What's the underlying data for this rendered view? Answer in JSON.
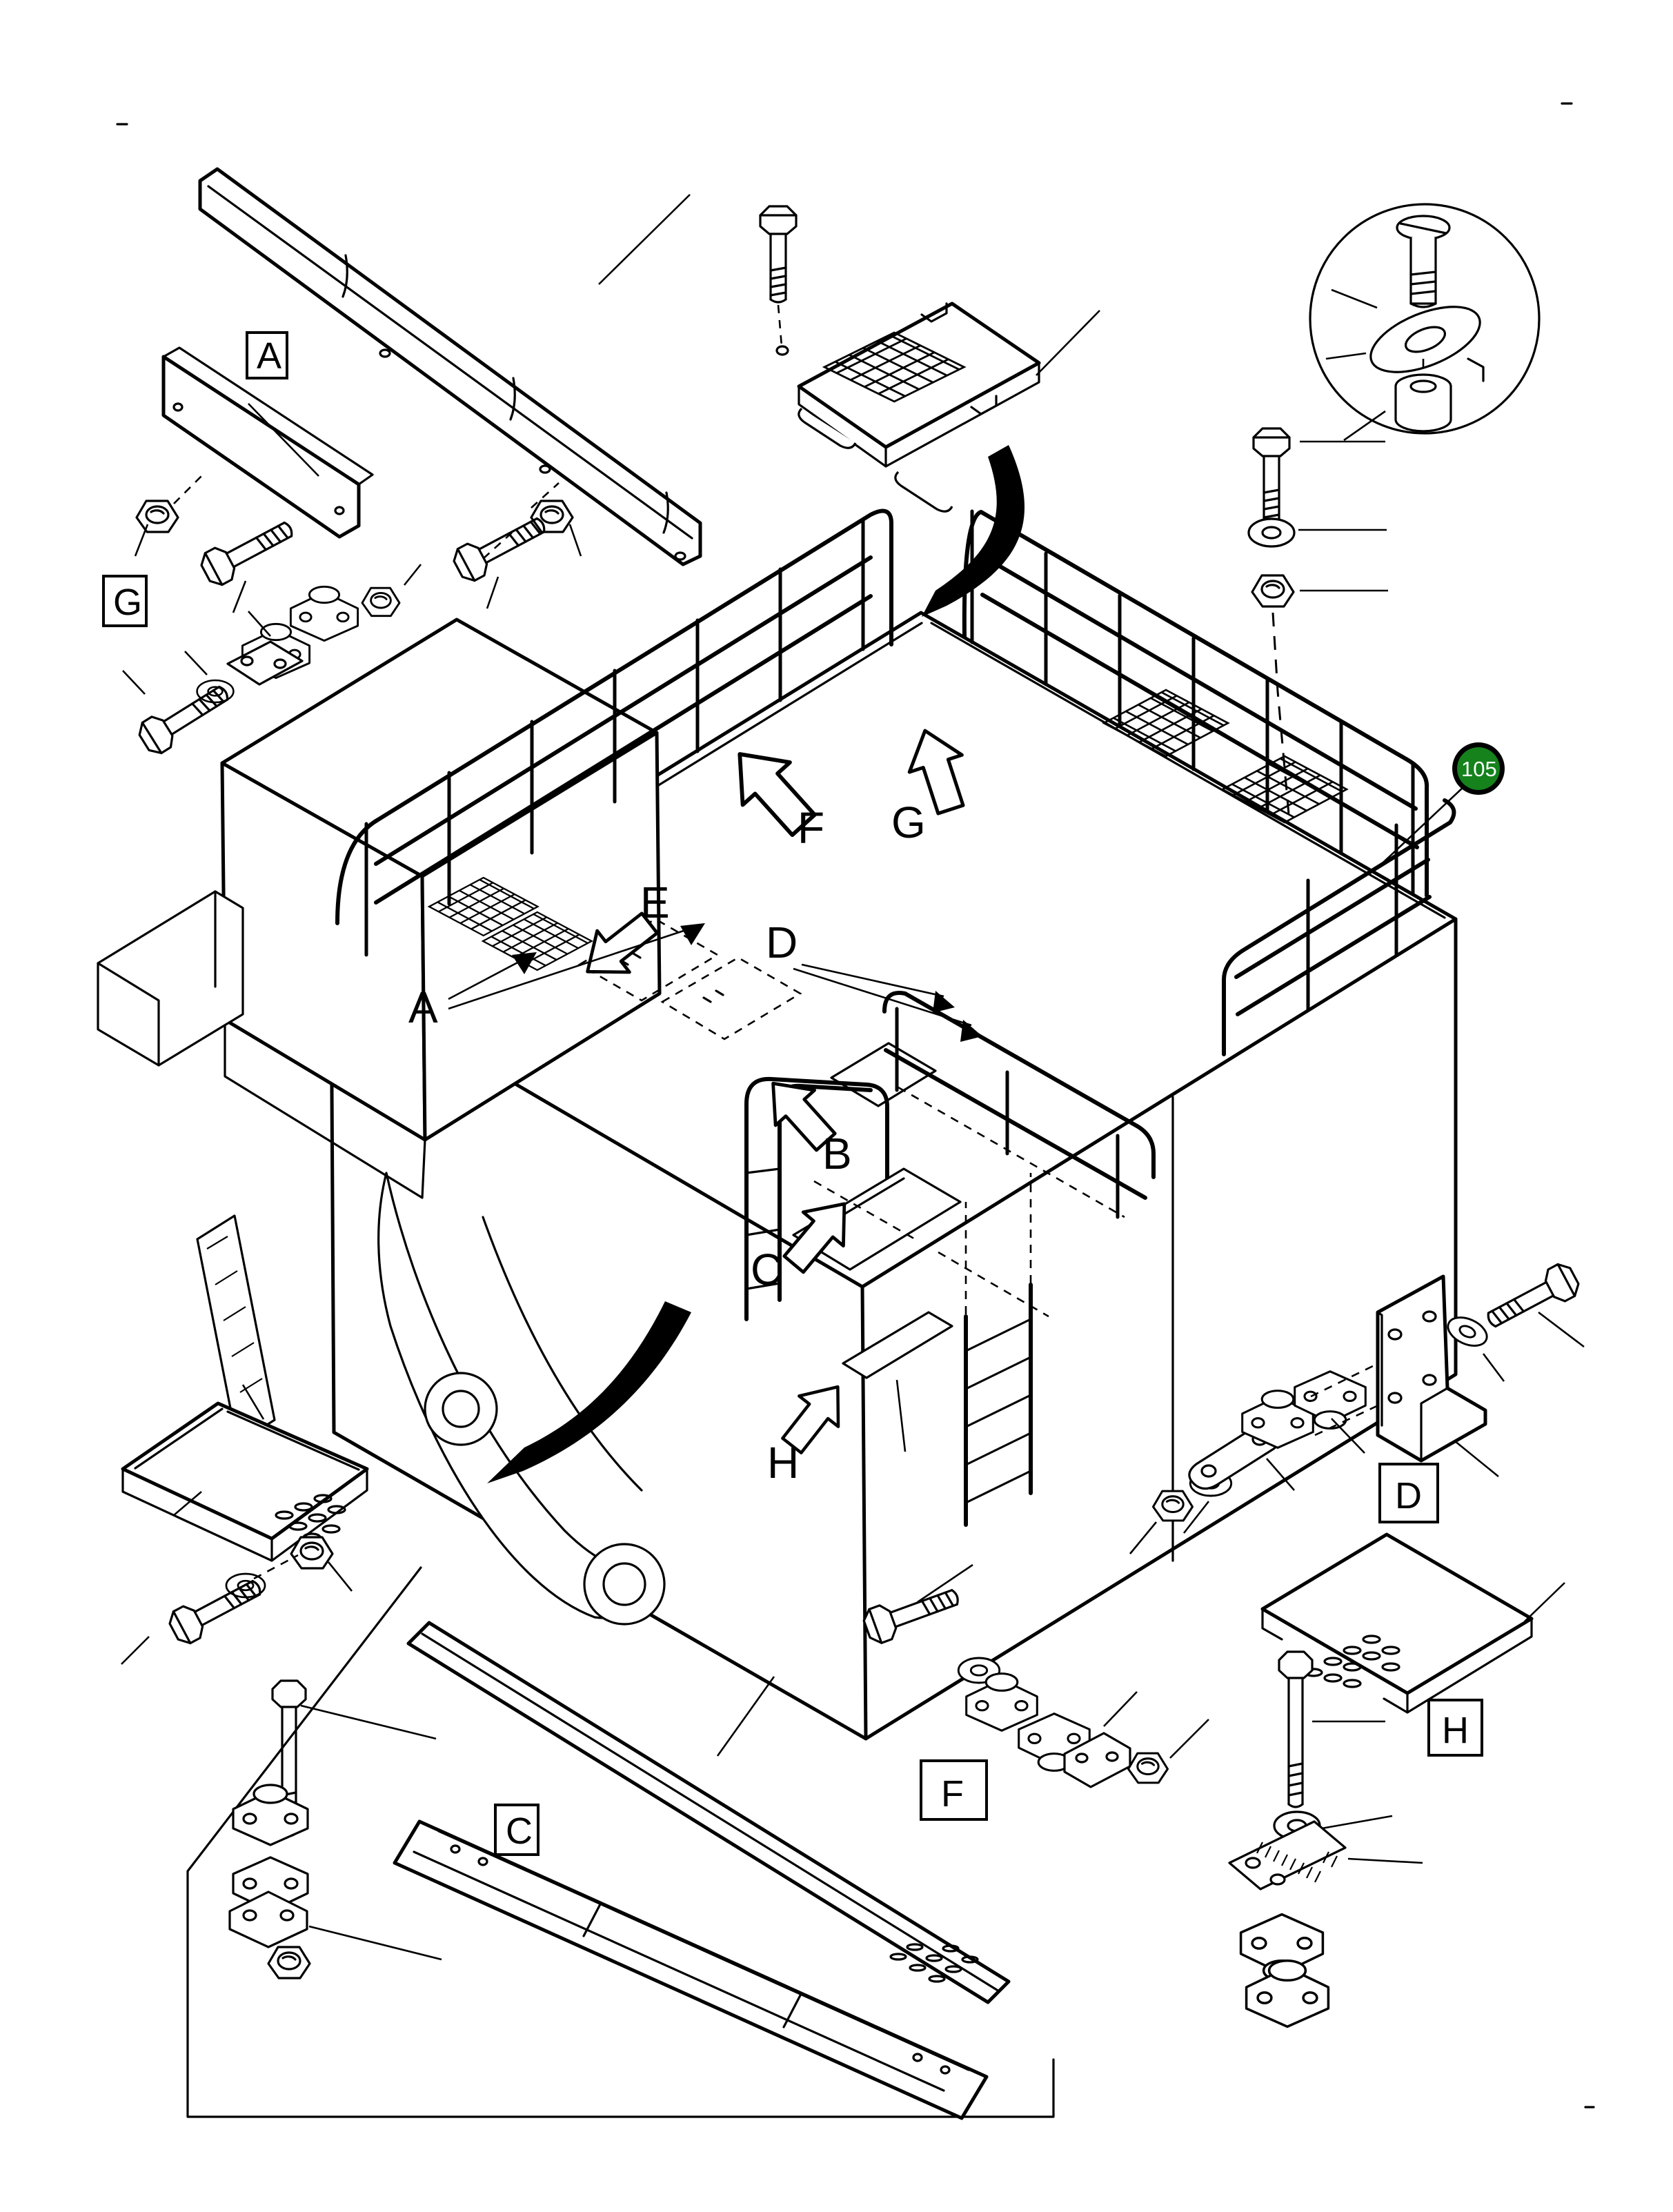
{
  "page": {
    "background": "#ffffff",
    "line_color": "#000000"
  },
  "badge": {
    "number": "105",
    "fill": "#15821c",
    "ring_color": "#000000",
    "text_color": "#ffffff"
  },
  "labels": {
    "boxed": {
      "A": "A",
      "G": "G",
      "C": "C",
      "F": "F",
      "D": "D",
      "H": "H"
    },
    "views": {
      "A": "A",
      "B": "B",
      "C": "C",
      "D": "D",
      "E": "E",
      "F": "F",
      "G": "G",
      "H": "H"
    }
  }
}
